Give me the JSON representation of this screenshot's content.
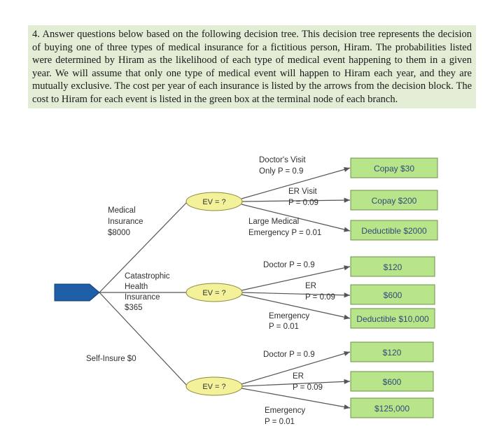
{
  "question": {
    "text": "4. Answer questions below based on the following decision tree. This decision tree represents the decision of buying one of three types of medical insurance for a fictitious person, Hiram. The probabilities listed were determined by Hiram as the likelihood of each type of medical event happening to them in a given year. We will assume that only one type of medical event will happen to Hiram each year, and they are mutually exclusive. The cost per year of each insurance is listed by the arrows from the decision block. The cost to Hiram for each event is listed in the green box at the terminal node of each branch."
  },
  "colors": {
    "decision_node": "#1f5fa8",
    "chance_node": "#f3f19a",
    "terminal_box": "#b9e58a",
    "line": "#555555"
  },
  "branches": {
    "medical": {
      "label_line1": "Medical",
      "label_line2": "Insurance",
      "label_line3": "$8000",
      "ev": "EV = ?",
      "doctor_line1": "Doctor's Visit",
      "doctor_line2": "Only P = 0.9",
      "er_line1": "ER Visit",
      "er_line2": "P = 0.09",
      "emergency_line1": "Large Medical",
      "emergency_line2": "Emergency P = 0.01",
      "box_doctor": "Copay $30",
      "box_er": "Copay $200",
      "box_emergency": "Deductible $2000"
    },
    "catastrophic": {
      "label_line1": "Catastrophic",
      "label_line2": "Health",
      "label_line3": "Insurance",
      "label_line4": "$365",
      "ev": "EV = ?",
      "doctor": "Doctor P = 0.9",
      "er_line1": "ER",
      "er_line2": "P = 0.09",
      "emergency_line1": "Emergency",
      "emergency_line2": "P = 0.01",
      "box_doctor": "$120",
      "box_er": "$600",
      "box_emergency": "Deductible $10,000"
    },
    "self": {
      "label": "Self-Insure  $0",
      "ev": "EV = ?",
      "doctor": "Doctor P = 0.9",
      "er_line1": "ER",
      "er_line2": "P = 0.09",
      "emergency_line1": "Emergency",
      "emergency_line2": "P = 0.01",
      "box_doctor": "$120",
      "box_er": "$600",
      "box_emergency": "$125,000"
    }
  }
}
